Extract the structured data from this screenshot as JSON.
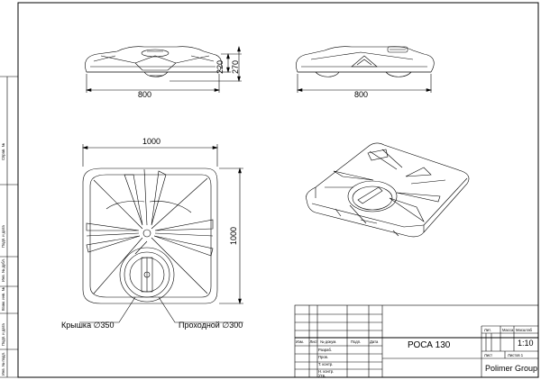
{
  "dimensions": {
    "front_width": "800",
    "front_height_inner": "220",
    "front_height_total": "270",
    "side_width": "800",
    "top_width": "1000",
    "top_height": "1000"
  },
  "callouts": {
    "lid": "Крышка",
    "lid_dia": "350",
    "passage": "Проходной",
    "passage_dia": "300",
    "dia_symbol": "∅"
  },
  "side_strip": {
    "s1": "Справ. №",
    "s2": "Подп. и дата",
    "s3": "Инв. № дубл.",
    "s4": "Взам. инв. №",
    "s5": "Подп. и дата",
    "s6": "Инв. № подл."
  },
  "title_block": {
    "product": "РОСА 130",
    "scale": "1:10",
    "company": "Polimer Group",
    "col_izm": "Изм.",
    "col_list": "Лист",
    "col_doc": "№ докум.",
    "col_sign": "Подп.",
    "col_date": "Дата",
    "row_razrab": "Разраб.",
    "row_prov": "Пров.",
    "row_tkontr": "Т. контр.",
    "row_nkontr": "Н. контр.",
    "row_utv": "Утв.",
    "lit": "Лит.",
    "mass": "Масса",
    "scale_label": "Масштаб",
    "sheet": "Лист",
    "sheets": "Листов 1"
  }
}
